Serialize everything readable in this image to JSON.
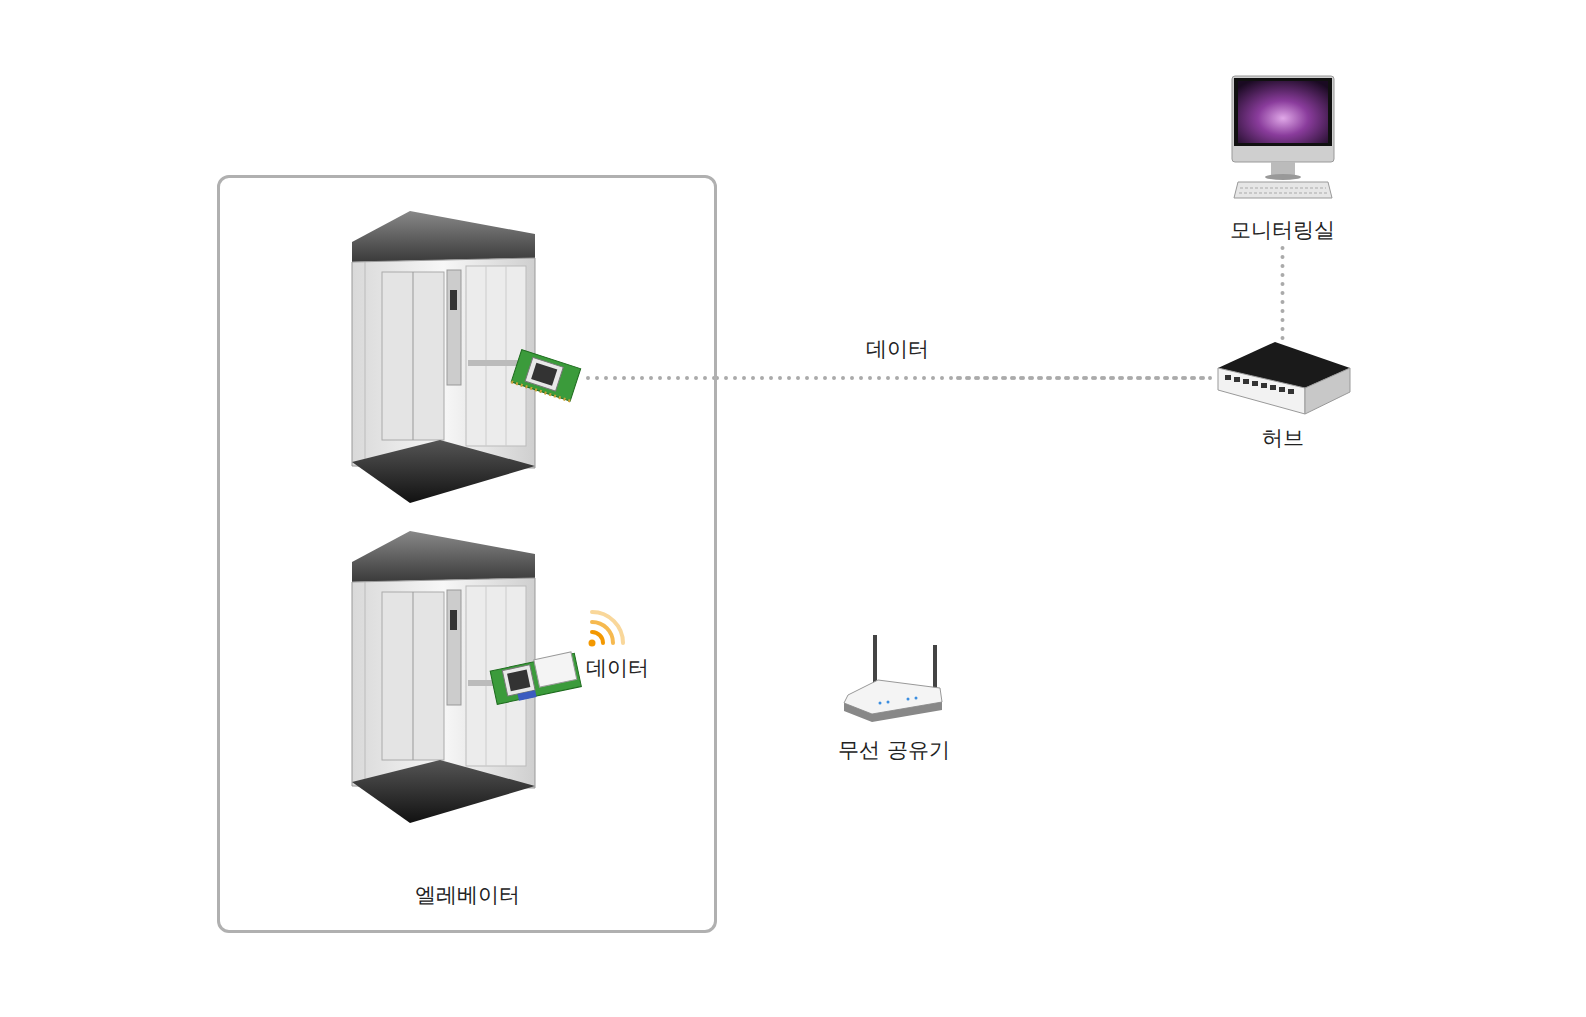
{
  "diagram": {
    "nodes": [
      {
        "text": [
          "엘레베이터"
        ]
      },
      {
        "text": [
          "모니터링실"
        ]
      },
      {
        "text": [
          "허브"
        ]
      },
      {
        "text": [
          "무선 공유기"
        ]
      }
    ],
    "edges": [
      {
        "from": 0,
        "to": 2,
        "arrow": "none",
        "label": "데이터"
      },
      {
        "from": 2,
        "to": 1,
        "arrow": "none"
      },
      {
        "from": 3,
        "to": 2,
        "arrow": "none"
      }
    ],
    "labels": [
      "데이터"
    ]
  }
}
